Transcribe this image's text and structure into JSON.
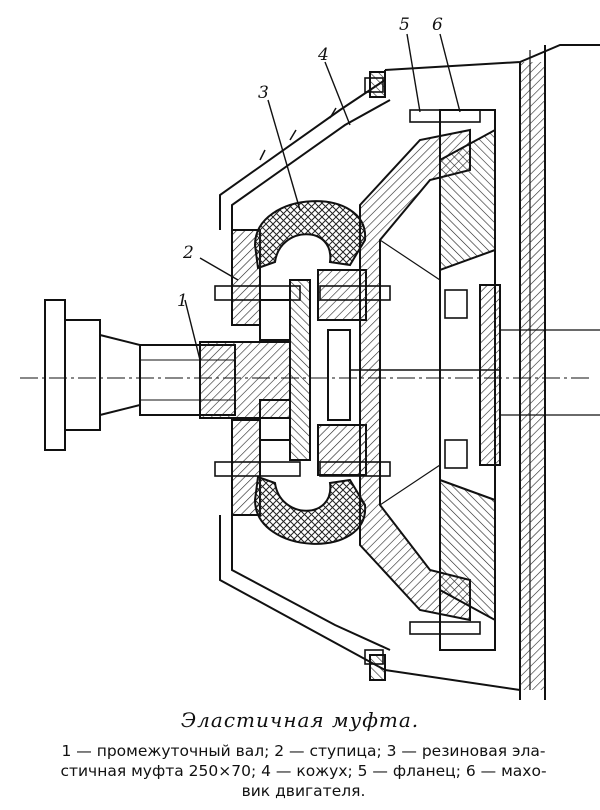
{
  "figure": {
    "title": "Эластичная муфта.",
    "legend_lines": [
      "1 — промежуточный вал; 2 — ступица; 3 — резиновая эла-",
      "стичная муфта 250×70; 4 — кожух; 5 — фланец; 6 — махо-",
      "вик двигателя."
    ]
  },
  "callouts": [
    {
      "number": "1",
      "part": "промежуточный вал"
    },
    {
      "number": "2",
      "part": "ступица"
    },
    {
      "number": "3",
      "part": "резиновая эластичная муфта 250×70"
    },
    {
      "number": "4",
      "part": "кожух"
    },
    {
      "number": "5",
      "part": "фланец"
    },
    {
      "number": "6",
      "part": "маховик двигателя"
    }
  ]
}
